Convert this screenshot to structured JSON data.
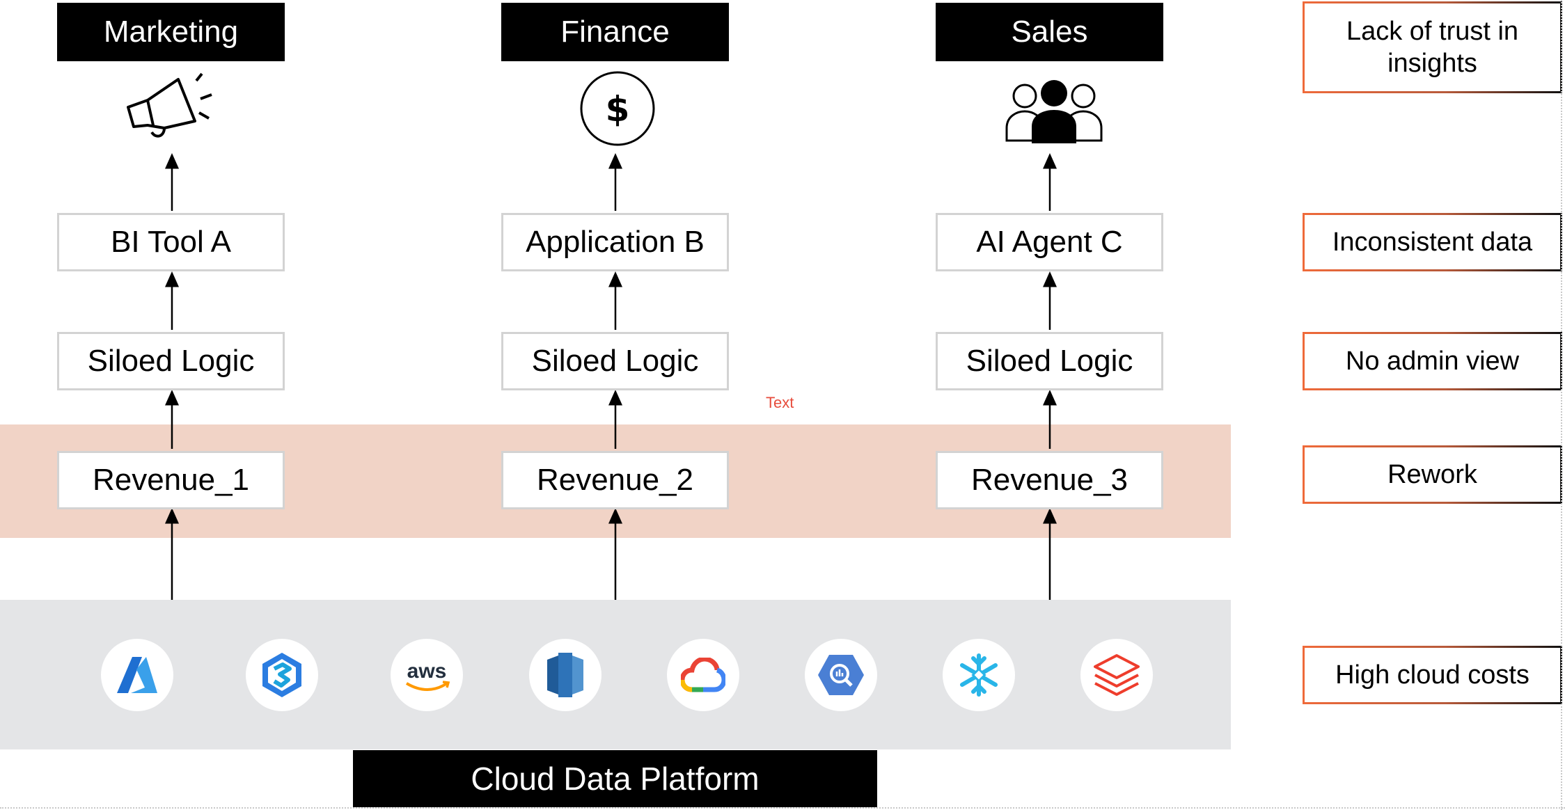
{
  "departments": [
    {
      "label": "Marketing",
      "icon": "megaphone-icon",
      "tool": "BI Tool A",
      "logic": "Siloed Logic",
      "dataset": "Revenue_1"
    },
    {
      "label": "Finance",
      "icon": "dollar-icon",
      "tool": "Application B",
      "logic": "Siloed Logic",
      "dataset": "Revenue_2"
    },
    {
      "label": "Sales",
      "icon": "people-icon",
      "tool": "AI Agent C",
      "logic": "Siloed Logic",
      "dataset": "Revenue_3"
    }
  ],
  "issues": [
    "Lack of trust in insights",
    "Inconsistent data",
    "No admin view",
    "Rework",
    "High cloud costs"
  ],
  "platform_label": "Cloud Data Platform",
  "platform_icons": [
    "azure-icon",
    "synapse-icon",
    "aws-icon",
    "redshift-icon",
    "google-cloud-icon",
    "bigquery-icon",
    "snowflake-icon",
    "databricks-icon"
  ],
  "stray_text": "Text",
  "colors": {
    "accent": "#ef6a3a",
    "revenue_band": "#f1d3c6",
    "cloud_band": "#e4e5e7"
  }
}
